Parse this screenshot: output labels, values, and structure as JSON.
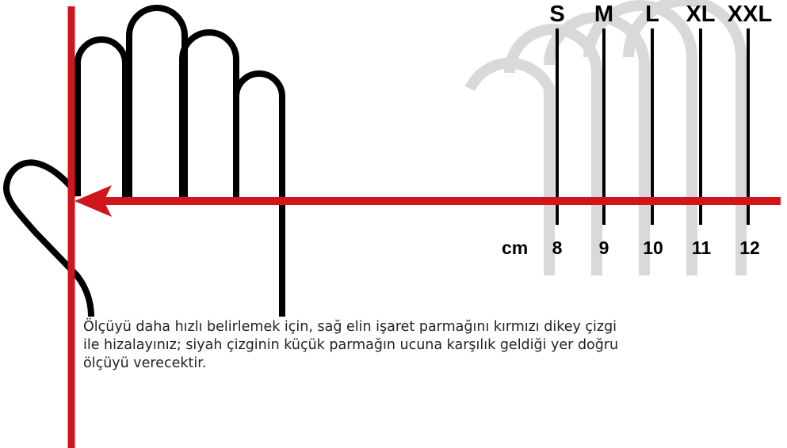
{
  "colors": {
    "guide_red": "#d0151b",
    "hand_outline": "#000000",
    "finger_arcs": "#d9d9d9",
    "scale_lines": "#000000"
  },
  "scale": {
    "sizes": [
      "S",
      "M",
      "L",
      "XL",
      "XXL"
    ],
    "unit": "cm",
    "values": [
      "8",
      "9",
      "10",
      "11",
      "12"
    ]
  },
  "caption": {
    "lines": [
      "Ölçüyü daha hızlı belirlemek için, sağ elin işaret parmağını kırmızı dikey çizgi",
      "ile hizalayınız; siyah çizginin küçük parmağın ucuna karşılık geldiği yer doğru",
      "ölçüyü verecektir."
    ]
  }
}
